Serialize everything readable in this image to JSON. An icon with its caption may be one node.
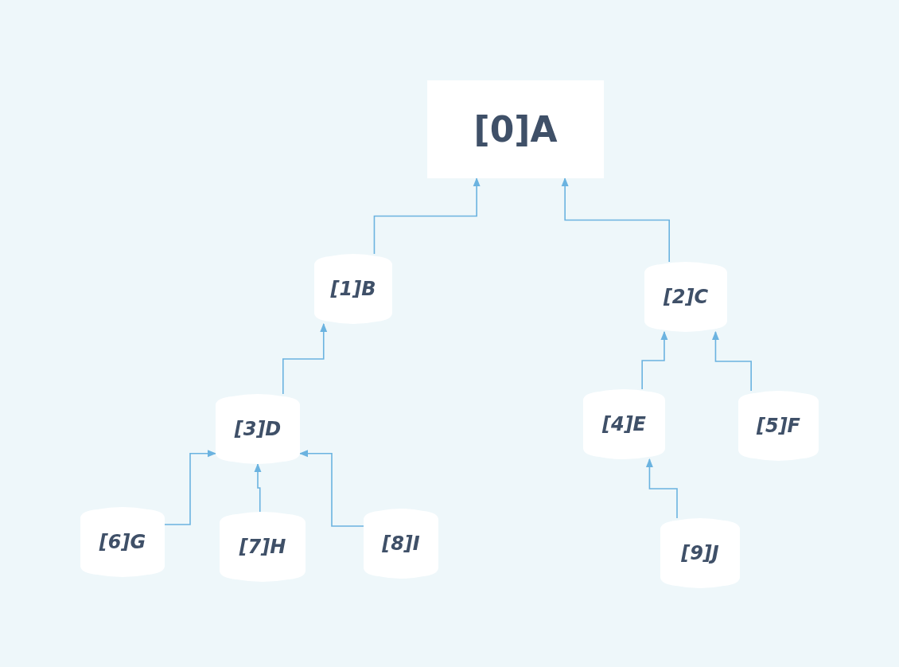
{
  "diagram": {
    "nodes": [
      {
        "text": [
          "[0]A"
        ]
      },
      {
        "text": [
          "[1]B"
        ]
      },
      {
        "text": [
          "[2]C"
        ]
      },
      {
        "text": [
          "[3]D"
        ]
      },
      {
        "text": [
          "[4]E"
        ]
      },
      {
        "text": [
          "[5]F"
        ]
      },
      {
        "text": [
          "[6]G"
        ]
      },
      {
        "text": [
          "[7]H"
        ]
      },
      {
        "text": [
          "[8]I"
        ]
      },
      {
        "text": [
          "[9]J"
        ]
      }
    ],
    "edges": [
      {
        "from": 1,
        "to": 0,
        "arrow": "to"
      },
      {
        "from": 2,
        "to": 0,
        "arrow": "to"
      },
      {
        "from": 3,
        "to": 1,
        "arrow": "to"
      },
      {
        "from": 6,
        "to": 3,
        "arrow": "to"
      },
      {
        "from": 7,
        "to": 3,
        "arrow": "to"
      },
      {
        "from": 8,
        "to": 3,
        "arrow": "to"
      },
      {
        "from": 4,
        "to": 2,
        "arrow": "to"
      },
      {
        "from": 5,
        "to": 2,
        "arrow": "to"
      },
      {
        "from": 9,
        "to": 4,
        "arrow": "to"
      }
    ]
  }
}
